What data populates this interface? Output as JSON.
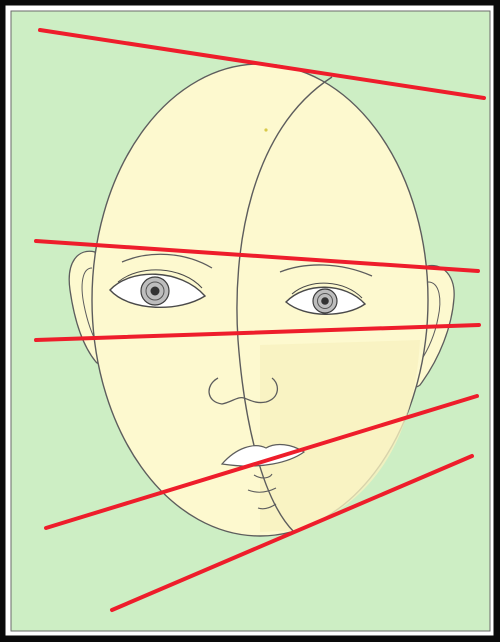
{
  "illustration": {
    "colors": {
      "background": "#cdeec4",
      "skin": "#fdf9cf",
      "skin_shadow": "#f8f1bf",
      "outline": "#5d5d5d",
      "lines": "#ee1d2b",
      "frame_dark": "#0a0a0a",
      "frame_light": "#ffffff"
    },
    "guide_lines": [
      {
        "name": "top-of-head-line"
      },
      {
        "name": "brow-line"
      },
      {
        "name": "nose-base-line"
      },
      {
        "name": "mouth-line"
      },
      {
        "name": "chin-line"
      }
    ]
  }
}
